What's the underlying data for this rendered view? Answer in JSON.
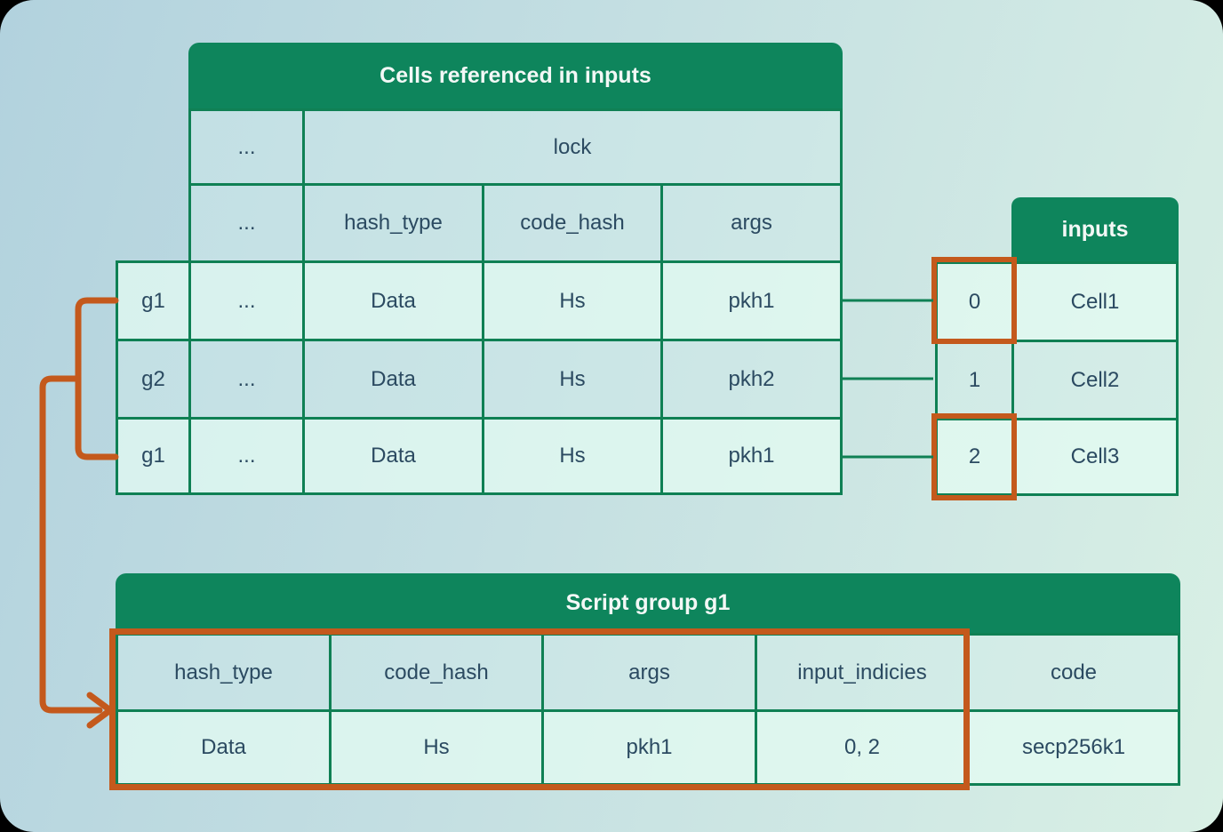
{
  "top_table": {
    "title": "Cells referenced in inputs",
    "dots": "...",
    "lock_label": "lock",
    "columns": [
      "hash_type",
      "code_hash",
      "args"
    ],
    "rows": [
      {
        "group": "g1",
        "dots": "...",
        "values": [
          "Data",
          "Hs",
          "pkh1"
        ]
      },
      {
        "group": "g2",
        "dots": "...",
        "values": [
          "Data",
          "Hs",
          "pkh2"
        ]
      },
      {
        "group": "g1",
        "dots": "...",
        "values": [
          "Data",
          "Hs",
          "pkh1"
        ]
      }
    ]
  },
  "inputs_table": {
    "title": "inputs",
    "rows": [
      {
        "index": "0",
        "cell": "Cell1",
        "highlighted": true
      },
      {
        "index": "1",
        "cell": "Cell2",
        "highlighted": false
      },
      {
        "index": "2",
        "cell": "Cell3",
        "highlighted": true
      }
    ]
  },
  "script_group_table": {
    "title": "Script group g1",
    "columns": [
      "hash_type",
      "code_hash",
      "args",
      "input_indicies",
      "code"
    ],
    "values": [
      "Data",
      "Hs",
      "pkh1",
      "0, 2",
      "secp256k1"
    ]
  },
  "colors": {
    "header_green": "#0e855c",
    "border_green": "#0f8054",
    "highlight_orange": "#c4591c",
    "text_dark": "#2b4a61",
    "text_light": "#f3f8f6"
  }
}
